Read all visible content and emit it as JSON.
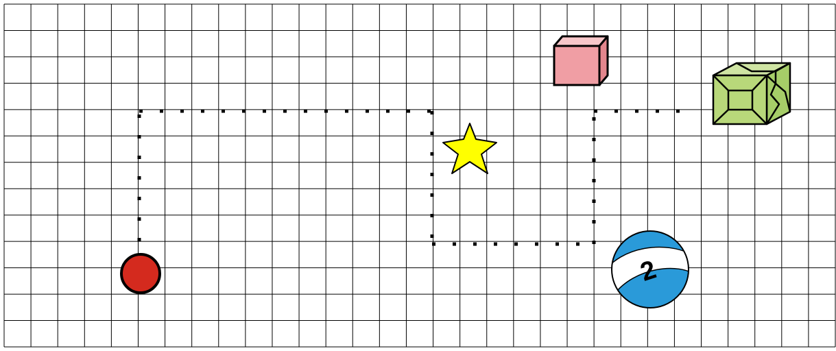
{
  "grid": {
    "columns": 31,
    "rows": 13,
    "line_color": "#000000",
    "background": "#ffffff"
  },
  "path": {
    "style": "dotted",
    "color": "#000000"
  },
  "objects": {
    "red_ball": {
      "kind": "circle",
      "color": "#d42a1e",
      "outline": "#000000"
    },
    "star": {
      "kind": "five-point-star",
      "color": "#ffff00",
      "outline": "#000000"
    },
    "pink_cube": {
      "kind": "cube",
      "color": "#f09ea4",
      "outline": "#000000"
    },
    "green_box": {
      "kind": "cracked-cube",
      "color": "#b8d87a",
      "outline": "#000000"
    },
    "billiard_ball": {
      "kind": "striped-ball",
      "stripe_color": "#2a9ad9",
      "band_color": "#ffffff",
      "number": "2"
    }
  }
}
